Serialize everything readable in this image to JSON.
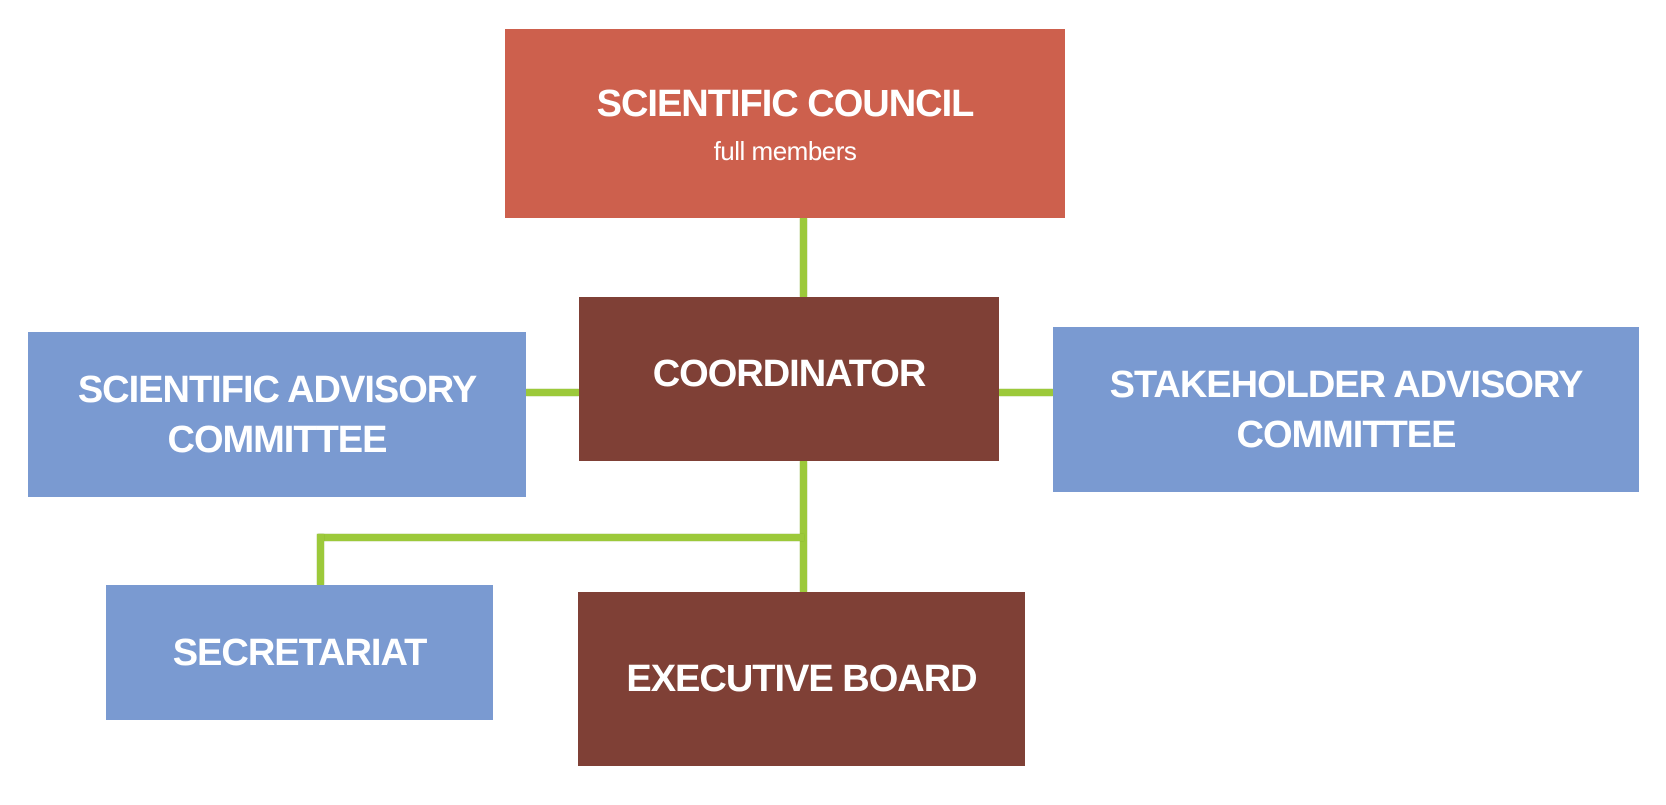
{
  "diagram": {
    "scientific_council": {
      "title": "SCIENTIFIC COUNCIL",
      "subtitle": "full members"
    },
    "coordinator": {
      "title": "COORDINATOR"
    },
    "scientific_advisory_committee": {
      "line1": "SCIENTIFIC ADVISORY",
      "line2": "COMMITTEE"
    },
    "stakeholder_advisory_committee": {
      "line1": "STAKEHOLDER ADVISORY",
      "line2": "COMMITTEE"
    },
    "secretariat": {
      "title": "SECRETARIAT"
    },
    "executive_board": {
      "title": "EXECUTIVE BOARD"
    }
  },
  "colors": {
    "council": "#cd604d",
    "core_bodies": "#7f4036",
    "advisory_bodies": "#7a9ad1",
    "connectors": "#9cc93a",
    "text": "#ffffff"
  }
}
